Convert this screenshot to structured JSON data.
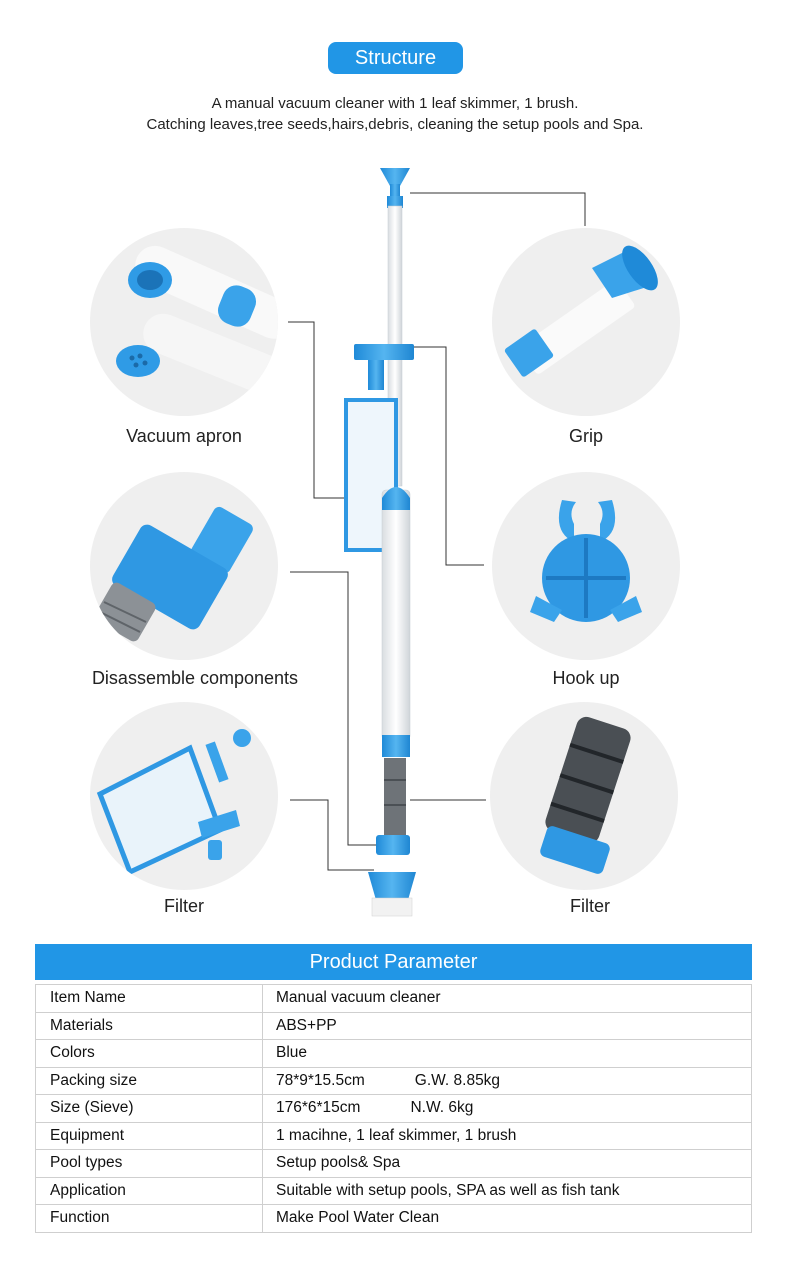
{
  "header": {
    "title": "Structure",
    "subtitle_line1": "A manual vacuum cleaner with 1 leaf skimmer, 1 brush.",
    "subtitle_line2": "Catching leaves,tree seeds,hairs,debris, cleaning the setup pools and Spa."
  },
  "components": [
    {
      "label": "Vacuum apron"
    },
    {
      "label": "Grip"
    },
    {
      "label": "Disassemble components"
    },
    {
      "label": "Hook up"
    },
    {
      "label": "Filter"
    },
    {
      "label": "Filter"
    }
  ],
  "colors": {
    "accent": "#2196e6",
    "part_blue": "#3aa3ea",
    "pipe_white": "#f6f7f8"
  },
  "parameters": {
    "title": "Product Parameter",
    "rows": [
      {
        "key": "Item Name",
        "value": "Manual vacuum cleaner",
        "extra": ""
      },
      {
        "key": "Materials",
        "value": "ABS+PP",
        "extra": ""
      },
      {
        "key": "Colors",
        "value": "Blue",
        "extra": ""
      },
      {
        "key": "Packing size",
        "value": "78*9*15.5cm",
        "extra": "G.W. 8.85kg"
      },
      {
        "key": "Size (Sieve)",
        "value": "176*6*15cm",
        "extra": "N.W. 6kg"
      },
      {
        "key": "Equipment",
        "value": "1 macihne, 1 leaf skimmer, 1 brush",
        "extra": ""
      },
      {
        "key": "Pool types",
        "value": "Setup pools& Spa",
        "extra": ""
      },
      {
        "key": "Application",
        "value": "Suitable with setup pools, SPA as well as fish tank",
        "extra": ""
      },
      {
        "key": "Function",
        "value": "Make Pool Water Clean",
        "extra": ""
      }
    ]
  }
}
